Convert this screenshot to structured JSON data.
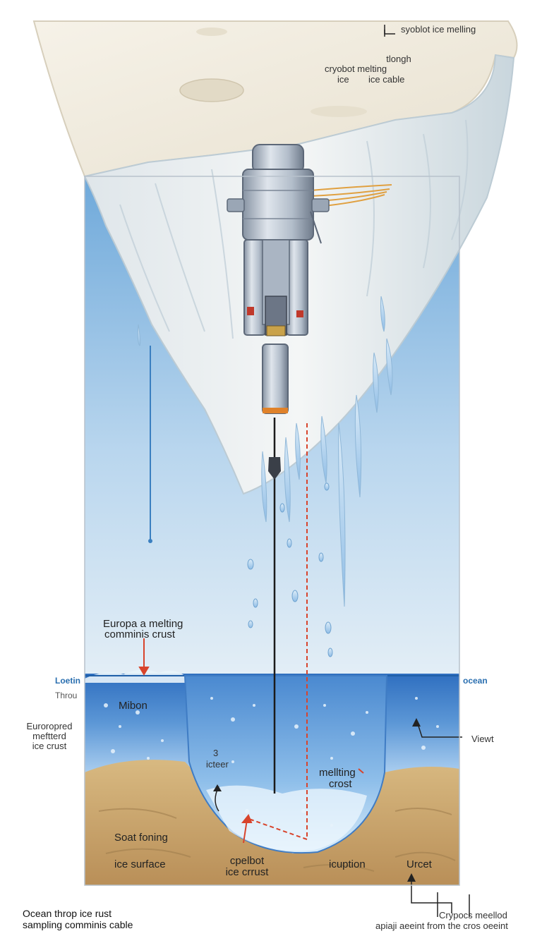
{
  "labels": {
    "top_right": "syoblot ice melling",
    "top_mid_line1": "tlongh",
    "top_mid_line2": "cryobot melting",
    "top_mid_line3": "ice",
    "top_mid_line4": "ice cable",
    "europa_line1": "Europa a melting",
    "europa_line2": "comminis crust",
    "loetin": "Loetin",
    "throu": "Throu",
    "ocean_right": "ocean",
    "mibon": "Mibon",
    "eurorop_line1": "Euroropred",
    "eurorop_line2": "meftterd",
    "eurorop_line3": "ice crust",
    "viewt": "Viewt",
    "icteer_line1": "3",
    "icteer_line2": "icteer",
    "melting_line1": "mellting",
    "melting_line2": "crost",
    "soat": "Soat foning",
    "ice_surface": "ice surface",
    "cpelbot_line1": "cpelbot",
    "cpelbot_line2": "ice crrust",
    "icuption": "icuption",
    "urcet": "Urcet",
    "bottom_left_line1": "Ocean throp ice rust",
    "bottom_left_line2": "sampling comminis cable",
    "bottom_right_line1": "Crypocs meellod",
    "bottom_right_line2": "apiaji aeeint from the cros oeeint"
  },
  "colors": {
    "sky_top": "#7ab3e0",
    "sky_bottom": "#d7e8f4",
    "ice_top": "#f2ede2",
    "ice_face": "#e6ecef",
    "water_deep": "#3b78c4",
    "water_light": "#9fc7ec",
    "sand": "#c9a56b",
    "sand_dark": "#a78452",
    "probe_metal": "#b9c4d2",
    "probe_dark": "#5d6878",
    "cable": "#e0a040",
    "accent_red": "#d8442c",
    "label_blue": "#2a6fb0"
  }
}
